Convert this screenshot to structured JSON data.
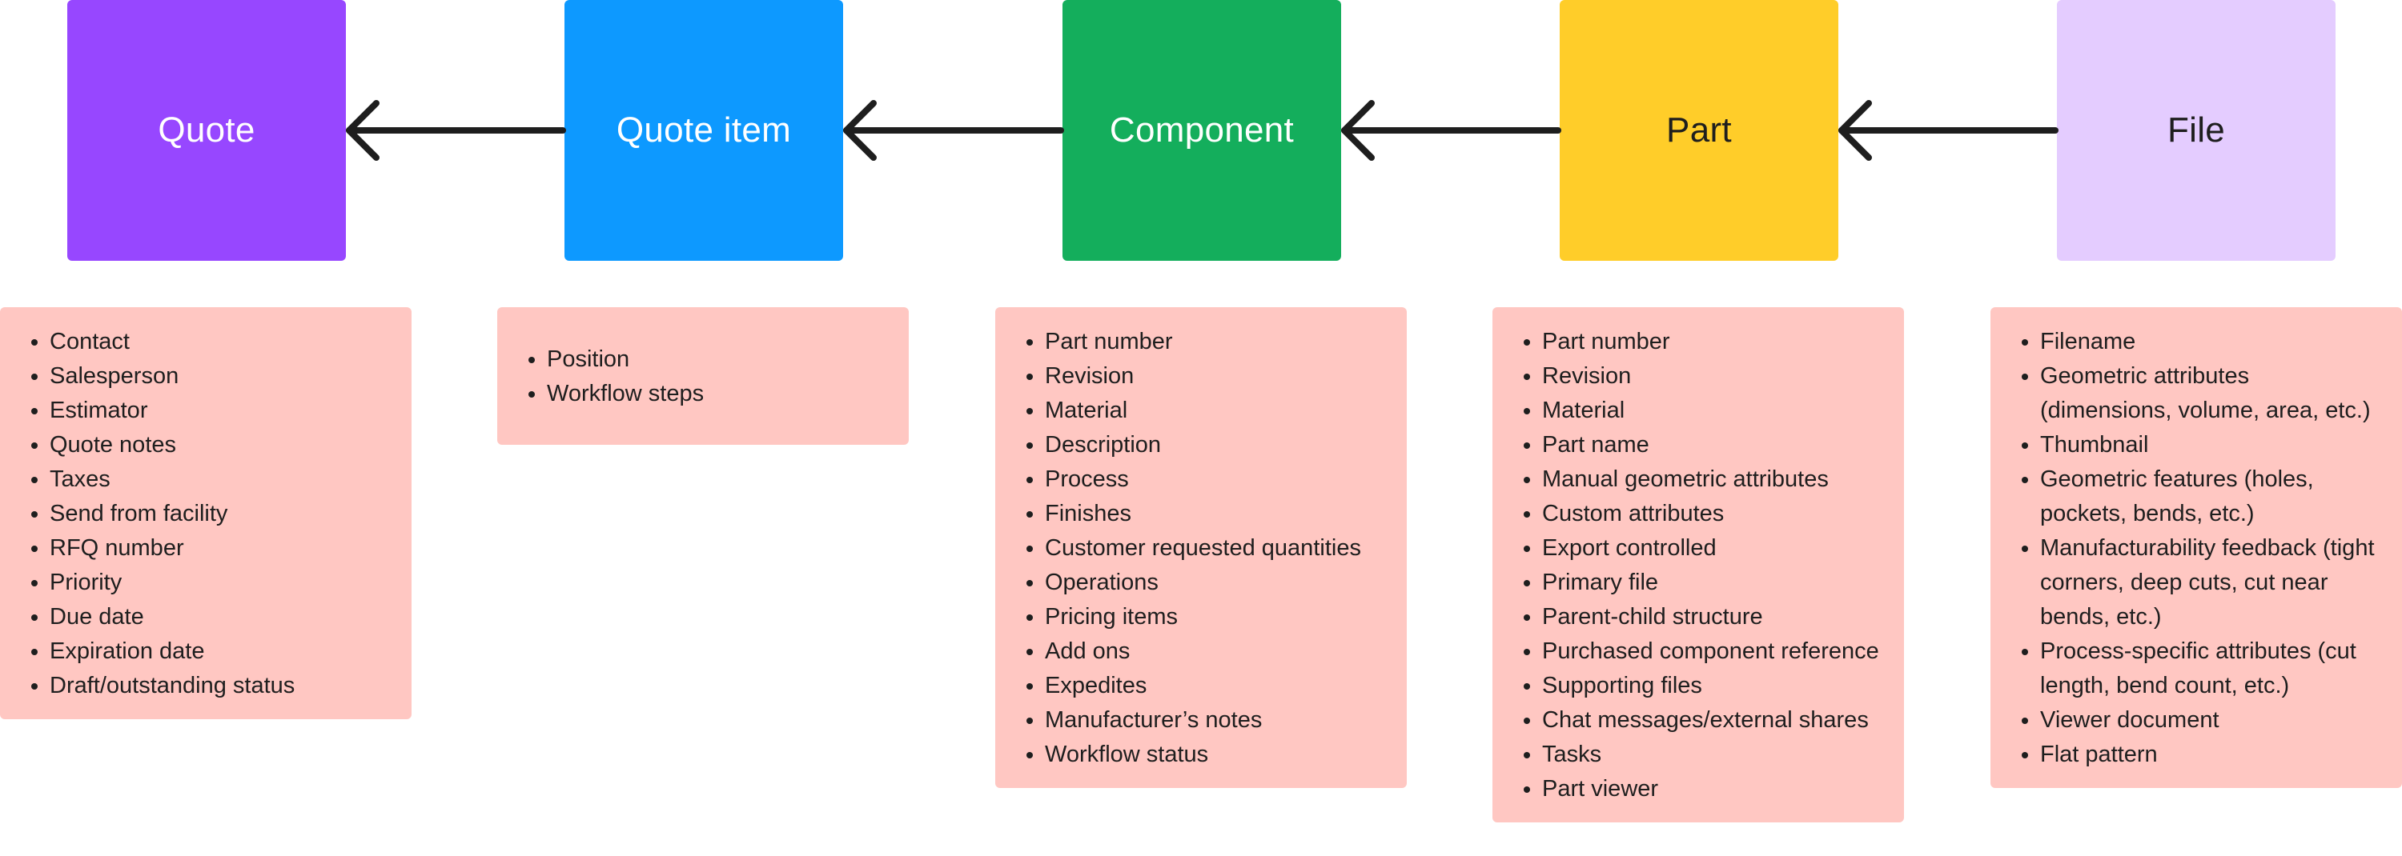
{
  "boxes": [
    {
      "key": "quote",
      "label": "Quote",
      "color": "#9747ff",
      "text_color": "#ffffff"
    },
    {
      "key": "quote-item",
      "label": "Quote item",
      "color": "#0d99ff",
      "text_color": "#ffffff"
    },
    {
      "key": "component",
      "label": "Component",
      "color": "#14ae5c",
      "text_color": "#ffffff"
    },
    {
      "key": "part",
      "label": "Part",
      "color": "#ffcd29",
      "text_color": "#1e1e1e"
    },
    {
      "key": "file",
      "label": "File",
      "color": "#e4ccff",
      "text_color": "#1e1e1e"
    }
  ],
  "notes": {
    "quote": [
      "Contact",
      "Salesperson",
      "Estimator",
      "Quote notes",
      "Taxes",
      "Send from facility",
      "RFQ number",
      "Priority",
      "Due date",
      "Expiration date",
      "Draft/outstanding status"
    ],
    "quote_item": [
      "Position",
      "Workflow steps"
    ],
    "component": [
      "Part number",
      "Revision",
      "Material",
      "Description",
      "Process",
      "Finishes",
      "Customer requested quantities",
      "Operations",
      "Pricing items",
      "Add ons",
      "Expedites",
      "Manufacturer’s notes",
      "Workflow status"
    ],
    "part": [
      "Part number",
      "Revision",
      "Material",
      "Part name",
      "Manual geometric attributes",
      "Custom attributes",
      "Export controlled",
      "Primary file",
      "Parent-child structure",
      "Purchased component reference",
      "Supporting files",
      "Chat messages/external shares",
      "Tasks",
      "Part viewer"
    ],
    "file": [
      "Filename",
      "Geometric attributes (dimensions, volume, area, etc.)",
      "Thumbnail",
      "Geometric features (holes, pockets, bends, etc.)",
      "Manufacturability feedback (tight corners, deep cuts, cut near bends, etc.)",
      "Process-specific attributes (cut length, bend count, etc.)",
      "Viewer document",
      "Flat pattern"
    ]
  },
  "colors": {
    "note_bg": "#ffc7c2",
    "arrow": "#1e1e1e"
  },
  "connectors": [
    {
      "from": "Quote item",
      "to": "Quote"
    },
    {
      "from": "Component",
      "to": "Quote item"
    },
    {
      "from": "Part",
      "to": "Component"
    },
    {
      "from": "File",
      "to": "Part"
    }
  ]
}
